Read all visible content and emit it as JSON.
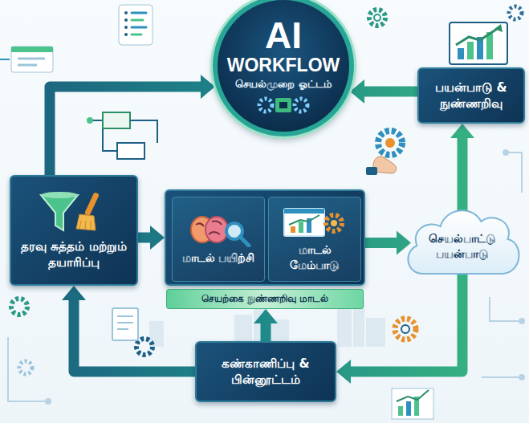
{
  "diagram": {
    "nodes": [
      {
        "text": [
          "AI",
          "WORKFLOW",
          "செயல்முறை ஓட்டம்"
        ]
      },
      {
        "text": [
          "பயன்பாடு & நுண்ணறிவு"
        ]
      },
      {
        "text": [
          "தரவு சுத்தம் மற்றும் தயாரிப்பு"
        ]
      },
      {
        "text": [
          "செயற்கை நுண்ணறிவு மாடல்"
        ]
      },
      {
        "text": [
          "மாடல் பயிற்சி"
        ],
        "in": 3
      },
      {
        "text": [
          "மாடல் மேம்பாடு"
        ],
        "in": 3
      },
      {
        "text": [
          "செயல்பாட்டு பயன்பாடு"
        ]
      },
      {
        "text": [
          "கண்காணிப்பு & பின்னூட்டம்"
        ]
      }
    ],
    "edges": [
      {
        "from": 2,
        "to": 3,
        "arrow": "to"
      },
      {
        "from": 3,
        "to": 6,
        "arrow": "to"
      },
      {
        "from": 6,
        "to": 1,
        "arrow": "to"
      },
      {
        "from": 1,
        "to": 0,
        "arrow": "to"
      },
      {
        "from": 2,
        "to": 0,
        "arrow": "to"
      },
      {
        "from": 6,
        "to": 7,
        "arrow": "to"
      },
      {
        "from": 7,
        "to": 2,
        "arrow": "to"
      },
      {
        "from": 7,
        "to": 3,
        "arrow": "to"
      }
    ]
  }
}
